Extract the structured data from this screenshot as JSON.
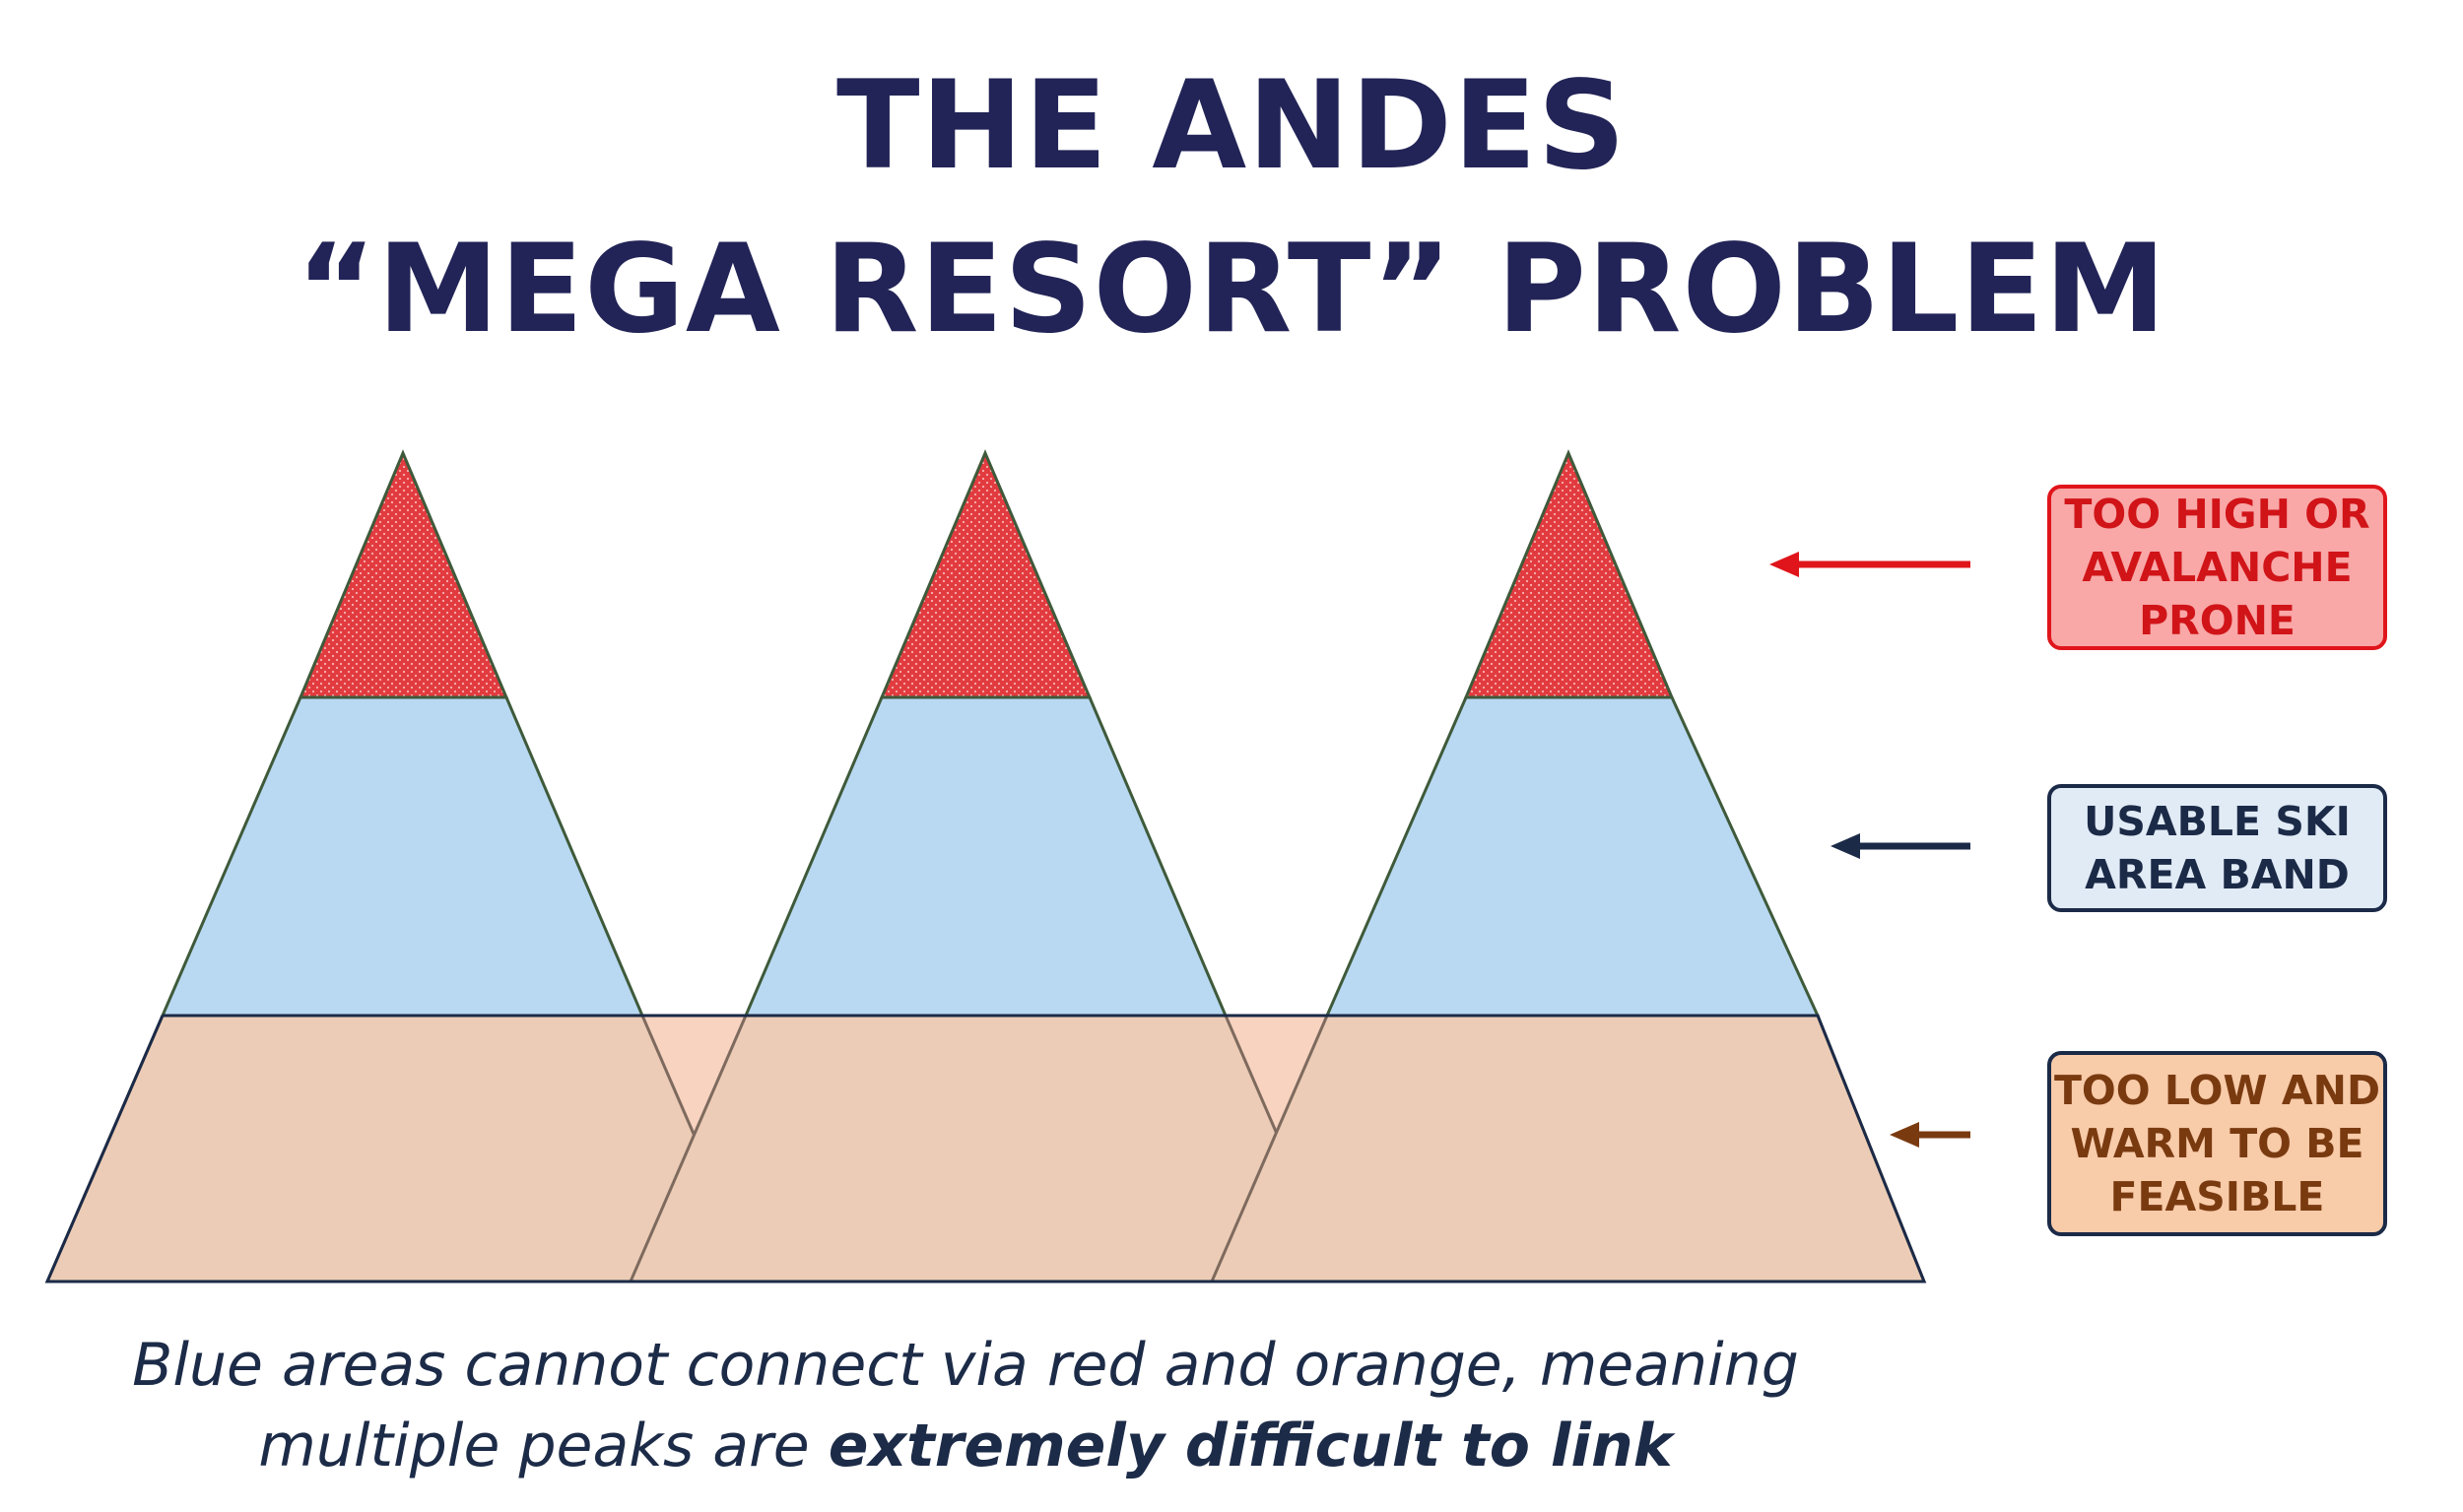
{
  "title": {
    "line1": "THE ANDES",
    "line2": "“MEGA RESORT” PROBLEM"
  },
  "labels": {
    "high": "TOO HIGH OR AVALANCHE PRONE",
    "usable": "USABLE SKI AREA BAND",
    "low": "TOO LOW AND WARM TO BE FEASIBLE"
  },
  "caption": {
    "line1": "Blue areas cannot connect via red and orange, meaning",
    "line2_regular": "multiple peaks are ",
    "line2_bold": "extremely difficult to link"
  },
  "colors": {
    "title": "#222457",
    "red_zone": "#e23b3f",
    "blue_zone": "#b9d8f2",
    "orange_zone": "#ecccb6",
    "arrow_high": "#e0151b",
    "arrow_usable": "#1b2a47",
    "arrow_low": "#7a3a10"
  }
}
